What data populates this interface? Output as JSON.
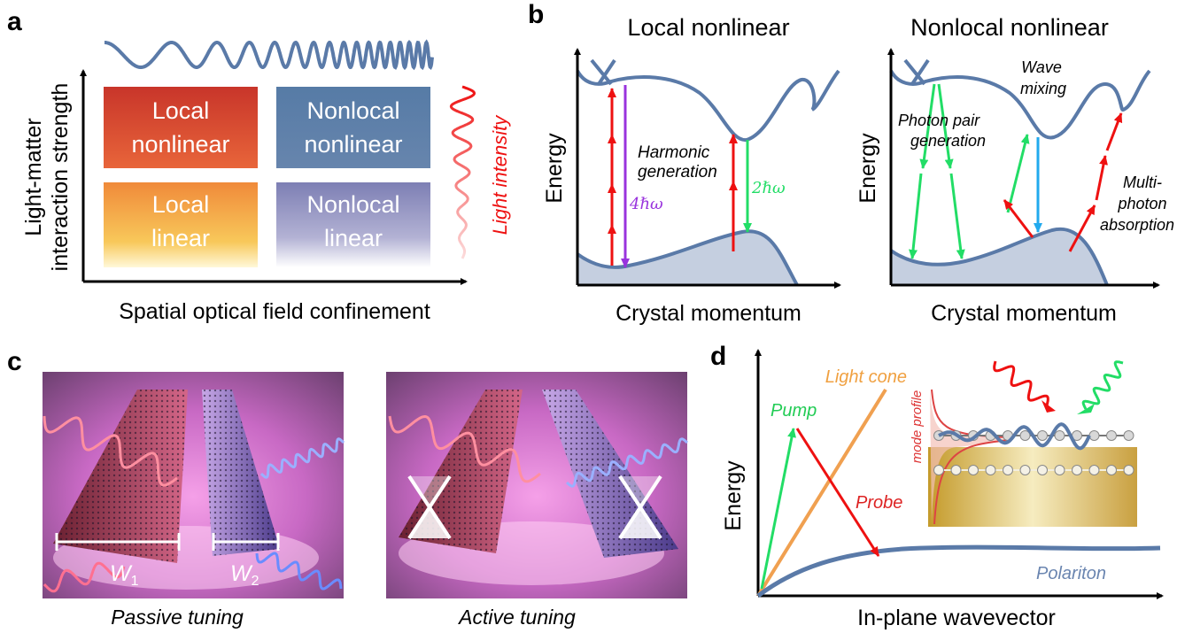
{
  "panels": {
    "a": {
      "letter": "a",
      "ylabel_line1": "Light-matter",
      "ylabel_line2": "interaction strength",
      "xlabel": "Spatial optical field confinement",
      "intensity_label": "Light intensity",
      "boxes": [
        {
          "line1": "Local",
          "line2": "nonlinear",
          "color_top": "#c8352a",
          "color_bottom": "#e8653a"
        },
        {
          "line1": "Nonlocal",
          "line2": "nonlinear",
          "color_top": "#567ba6",
          "color_bottom": "#6785ad"
        },
        {
          "line1": "Local",
          "line2": "linear",
          "color_top": "#f08a3a",
          "color_bottom": "#fdeea0"
        },
        {
          "line1": "Nonlocal",
          "line2": "linear",
          "color_top": "#7d7fb4",
          "color_bottom": "#eceaf4"
        }
      ]
    },
    "b": {
      "letter": "b",
      "left_title": "Local nonlinear",
      "right_title": "Nonlocal nonlinear",
      "ylabel": "Energy",
      "xlabel": "Crystal momentum",
      "harmonic_line1": "Harmonic",
      "harmonic_line2": "generation",
      "four_hw": "4ℏω",
      "two_hw": "2ℏω",
      "photon_pair_line1": "Photon pair",
      "photon_pair_line2": "generation",
      "wave_mixing_line1": "Wave",
      "wave_mixing_line2": "mixing",
      "multiphoton_line1": "Multi-",
      "multiphoton_line2": "photon",
      "multiphoton_line3": "absorption"
    },
    "c": {
      "letter": "c",
      "w1": "W",
      "w1_sub": "1",
      "w2": "W",
      "w2_sub": "2",
      "passive_label": "Passive tuning",
      "active_label": "Active tuning"
    },
    "d": {
      "letter": "d",
      "ylabel": "Energy",
      "xlabel": "In-plane wavevector",
      "light_cone": "Light cone",
      "pump": "Pump",
      "probe": "Probe",
      "polariton": "Polariton",
      "mode_profile": "mode profile"
    }
  },
  "colors": {
    "band": "#5a7aa8",
    "band_fill": "#c5cfe0",
    "red_arrow": "#ee1111",
    "green_arrow": "#22dd66",
    "purple_arrow": "#9933dd",
    "blue_arrow": "#22aaee",
    "light_cone": "#f0a050",
    "label_red": "#dd2222",
    "label_green": "#22cc55",
    "label_orange": "#f0a040",
    "label_polariton": "#6a85b0"
  }
}
